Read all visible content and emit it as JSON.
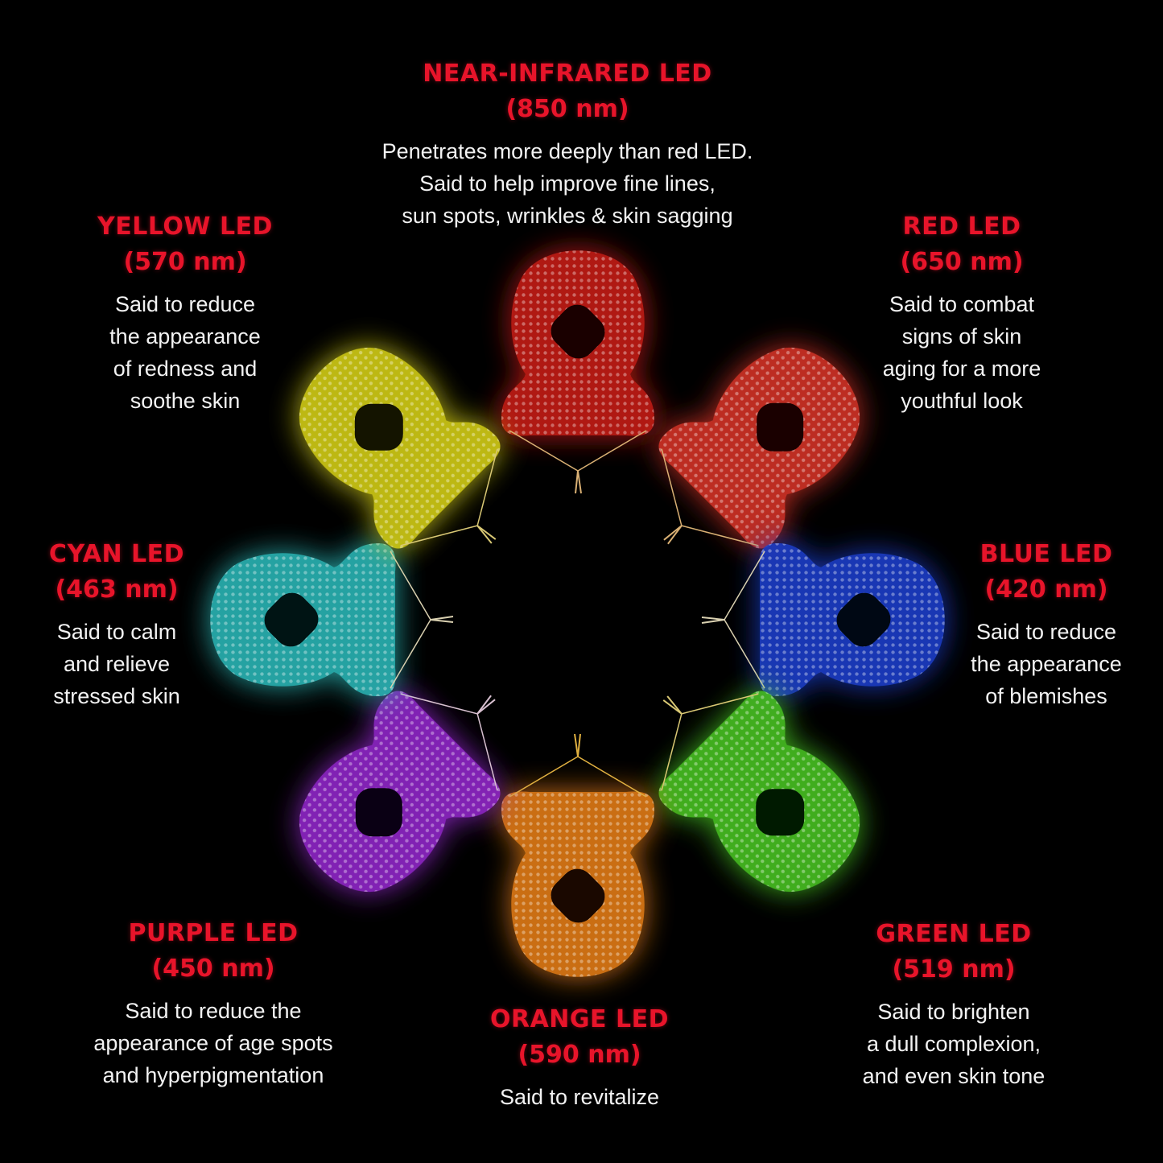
{
  "colors": {
    "heading": "#e8142a",
    "body_text": "#f2f2f2",
    "background": "#000000"
  },
  "leds": [
    {
      "id": "near-infrared",
      "title": "NEAR-INFRARED LED",
      "wavelength": "(850 nm)",
      "description": "Penetrates more deeply than red LED.\nSaid to help improve fine lines,\nsun spots, wrinkles & skin sagging",
      "mask_color": "#e8231e"
    },
    {
      "id": "red",
      "title": "RED LED",
      "wavelength": "(650 nm)",
      "description": "Said to combat\nsigns of skin\naging for a more\nyouthful look",
      "mask_color": "#e83a2c"
    },
    {
      "id": "blue",
      "title": "BLUE LED",
      "wavelength": "(420 nm)",
      "description": "Said to reduce\nthe appearance\nof blemishes",
      "mask_color": "#2a4de0"
    },
    {
      "id": "green",
      "title": "GREEN LED",
      "wavelength": "(519 nm)",
      "description": "Said to brighten\na dull complexion,\nand even skin tone",
      "mask_color": "#56d62a"
    },
    {
      "id": "orange",
      "title": "ORANGE LED",
      "wavelength": "(590 nm)",
      "description": "Said to revitalize",
      "mask_color": "#f08a22"
    },
    {
      "id": "purple",
      "title": "PURPLE LED",
      "wavelength": "(450 nm)",
      "description": "Said to reduce the\nappearance of age spots\nand hyperpigmentation",
      "mask_color": "#a534d8"
    },
    {
      "id": "cyan",
      "title": "CYAN LED",
      "wavelength": "(463 nm)",
      "description": "Said to calm\nand relieve\nstressed skin",
      "mask_color": "#3cc8c8"
    },
    {
      "id": "yellow",
      "title": "YELLOW LED",
      "wavelength": "(570 nm)",
      "description": "Said to reduce\nthe appearance\nof redness and\nsoothe skin",
      "mask_color": "#e2dc22"
    }
  ]
}
